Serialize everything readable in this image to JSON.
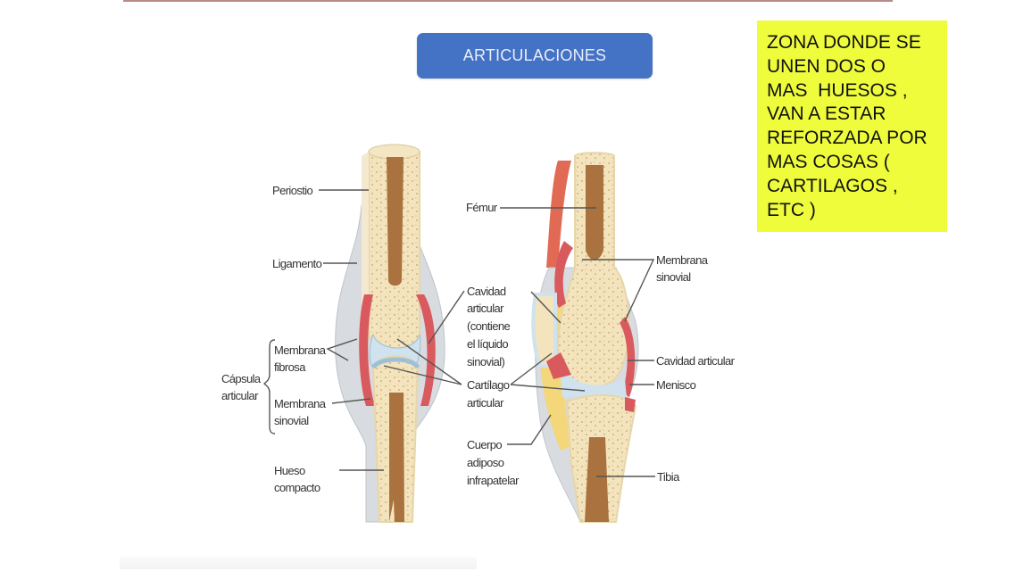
{
  "slide": {
    "title": "ARTICULACIONES",
    "colors": {
      "title_bg": "#4472c4",
      "note_bg": "#eefc3c",
      "top_rule": "#b98a86"
    }
  },
  "note": {
    "lines": [
      "ZONA DONDE SE",
      "UNEN DOS O",
      "MAS  HUESOS ,",
      "VAN A ESTAR",
      "REFORZADA POR",
      "MAS COSAS (",
      "CARTILAGOS ,",
      "ETC )"
    ]
  },
  "diagram_left": {
    "labels": {
      "periostio": "Periostio",
      "ligamento": "Ligamento",
      "membrana_fibrosa_1": "Membrana",
      "membrana_fibrosa_2": "fibrosa",
      "capsula_1": "Cápsula",
      "capsula_2": "articular",
      "membrana_sinovial_1": "Membrana",
      "membrana_sinovial_2": "sinovial",
      "hueso_1": "Hueso",
      "hueso_2": "compacto"
    }
  },
  "diagram_center": {
    "labels": {
      "cavidad_1": "Cavidad",
      "cavidad_2": "articular",
      "cavidad_3": "(contiene",
      "cavidad_4": "el líquido",
      "cavidad_5": "sinovial)",
      "cartilago_1": "Cartílago",
      "cartilago_2": "articular",
      "cuerpo_1": "Cuerpo",
      "cuerpo_2": "adiposo",
      "cuerpo_3": "infrapatelar"
    }
  },
  "diagram_right": {
    "labels": {
      "femur": "Fémur",
      "membrana_sinovial_1": "Membrana",
      "membrana_sinovial_2": "sinovial",
      "cavidad_articular": "Cavidad articular",
      "menisco": "Menisco",
      "tibia": "Tibia"
    }
  }
}
